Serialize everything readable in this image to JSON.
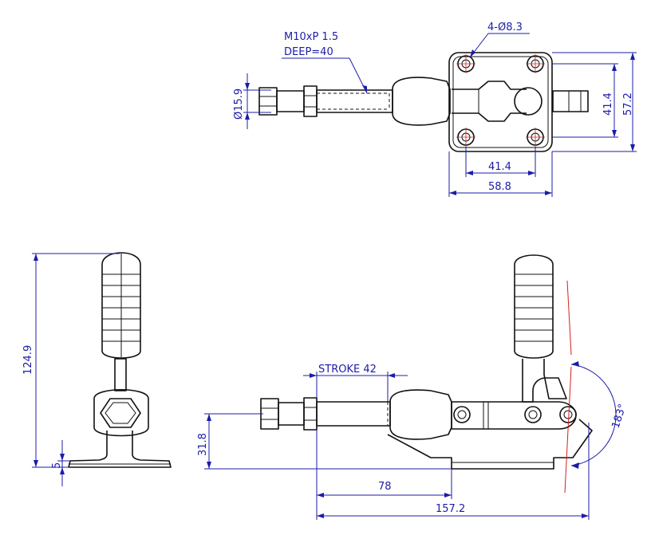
{
  "labels": {
    "thread_line1": "M10xP 1.5",
    "thread_line2": "DEEP=40",
    "holes": "4-Ø8.3",
    "rod_diameter": "Ø15.9",
    "hole_span_v": "41.4",
    "base_height": "57.2",
    "hole_span_h": "41.4",
    "base_width": "58.8",
    "overall_height": "124.9",
    "base_thickness": "5",
    "stroke": "STROKE 42",
    "rod_height": "31.8",
    "rod_extension": "78",
    "overall_length": "157.2",
    "handle_angle": "183°"
  },
  "colors": {
    "outline": "#111111",
    "dimension": "#1c1ca8",
    "centerline": "#d42020"
  }
}
